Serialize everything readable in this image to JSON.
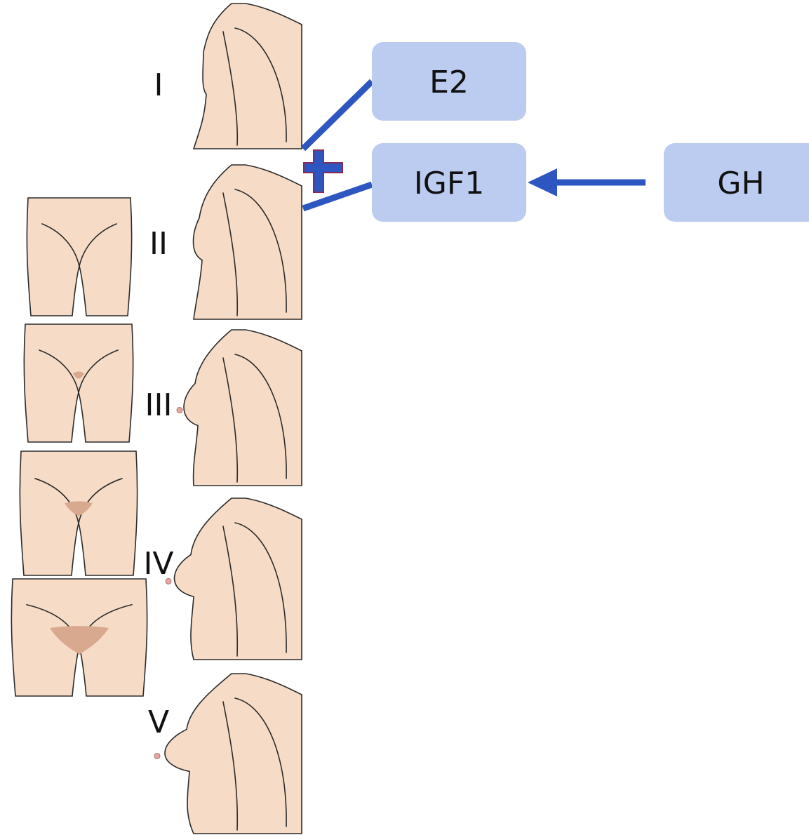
{
  "stages": [
    {
      "label": "I",
      "breast": 0,
      "pubic_hair": null
    },
    {
      "label": "II",
      "breast": 1,
      "pubic_hair": 0
    },
    {
      "label": "III",
      "breast": 2,
      "pubic_hair": 1
    },
    {
      "label": "IV",
      "breast": 3,
      "pubic_hair": 2
    },
    {
      "label": "V",
      "breast": 4,
      "pubic_hair": 3
    }
  ],
  "boxes": {
    "e2": "E2",
    "igf1": "IGF1",
    "gh": "GH"
  },
  "colors": {
    "box_fill": "#bccbf0",
    "connector": "#2e56c0",
    "skin": "#f6dcc6",
    "hair": "#d8a98f",
    "plus": "#2e56c0",
    "plus_outline": "#8a2a5a"
  },
  "symbols": {
    "plus_icon": "plus-icon",
    "arrow_icon": "arrow-left-icon"
  }
}
